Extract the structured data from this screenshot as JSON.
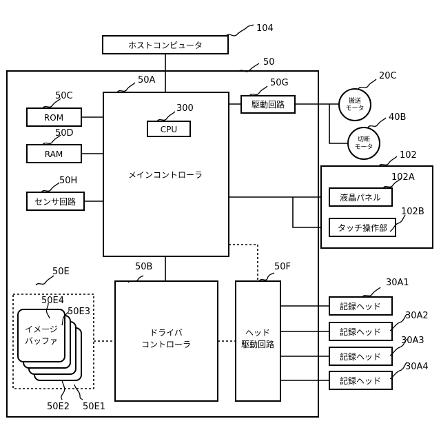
{
  "blocks": {
    "host": "ホストコンピュータ",
    "rom": "ROM",
    "ram": "RAM",
    "sensor": "センサ回路",
    "main": "メインコントローラ",
    "cpu": "CPU",
    "drive": "駆動回路",
    "motor1_a": "搬送",
    "motor1_b": "モータ",
    "motor2_a": "切断",
    "motor2_b": "モータ",
    "lcd": "液晶パネル",
    "touch": "タッチ操作部",
    "image1": "イメージ",
    "image2": "バッファ",
    "driver1": "ドライバ",
    "driver2": "コントローラ",
    "headdrv1": "ヘッド",
    "headdrv2": "駆動回路",
    "head1": "記録ヘッド",
    "head2": "記録ヘッド",
    "head3": "記録ヘッド",
    "head4": "記録ヘッド"
  },
  "refs": {
    "host": "104",
    "printer": "50",
    "main": "50A",
    "rom": "50C",
    "ram": "50D",
    "sensor": "50H",
    "cpu": "300",
    "drive": "50G",
    "motor1": "20C",
    "motor2": "40B",
    "panel": "102",
    "lcd": "102A",
    "touch": "102B",
    "buffers": "50E",
    "buf4": "50E4",
    "buf3": "50E3",
    "buf2": "50E2",
    "buf1": "50E1",
    "driver": "50B",
    "headdrv": "50F",
    "head1": "30A1",
    "head2": "30A2",
    "head3": "30A3",
    "head4": "30A4"
  }
}
